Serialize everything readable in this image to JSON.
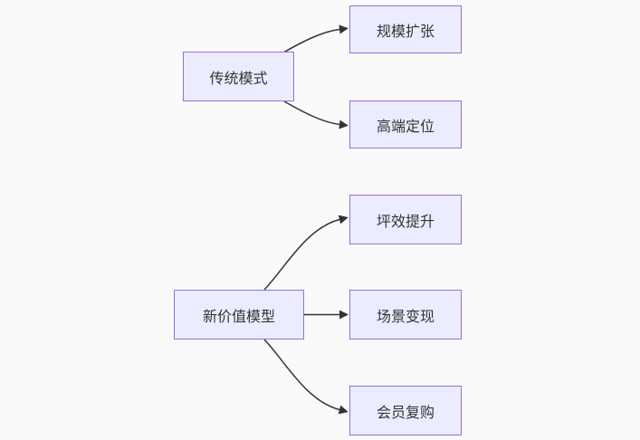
{
  "diagram": {
    "type": "flowchart-left-to-right",
    "nodes": {
      "traditional": {
        "label": "传统模式"
      },
      "scale_expansion": {
        "label": "规模扩张"
      },
      "highend_positioning": {
        "label": "高端定位"
      },
      "new_value_model": {
        "label": "新价值模型"
      },
      "floor_efficiency": {
        "label": "坪效提升"
      },
      "scene_monetization": {
        "label": "场景变现"
      },
      "member_repurchase": {
        "label": "会员复购"
      }
    },
    "edges": [
      {
        "from": "traditional",
        "to": "scale_expansion"
      },
      {
        "from": "traditional",
        "to": "highend_positioning"
      },
      {
        "from": "new_value_model",
        "to": "floor_efficiency"
      },
      {
        "from": "new_value_model",
        "to": "scene_monetization"
      },
      {
        "from": "new_value_model",
        "to": "member_repurchase"
      }
    ],
    "colors": {
      "node_fill": "#ECECFF",
      "node_border": "#9370DB",
      "edge_stroke": "#333333",
      "label_text": "#333333",
      "background": "#fafafa"
    }
  }
}
